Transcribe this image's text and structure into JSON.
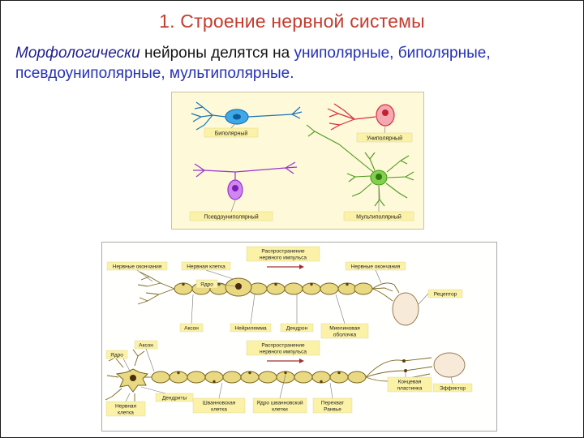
{
  "slide": {
    "title": "1. Строение нервной системы",
    "intro": {
      "lead": "Морфологически",
      "middle": "нейроны делятся на",
      "types_line1": "униполярные, биполярные,",
      "types_line2": "псевдоуниполярные, мультиполярные."
    }
  },
  "figure1": {
    "labels": {
      "bipolar": "Биполярный",
      "unipolar": "Униполярный",
      "pseudounipolar": "Псевдоуниполярный",
      "multipolar": "Мультиполярный"
    }
  },
  "figure2": {
    "top": {
      "spread_line1": "Распространение",
      "spread_line2": "нервного импульса",
      "nerve_endings_left": "Нервные окончания",
      "nerve_cell": "Нервная клетка",
      "nucleus": "Ядро",
      "nerve_endings_right": "Нервные окончания",
      "receptor": "Рецептор",
      "axon": "Аксон",
      "neurilemma": "Нейрилемма",
      "dendron": "Дендрон",
      "myelin_line1": "Миелиновая",
      "myelin_line2": "оболочка"
    },
    "bottom": {
      "nucleus": "Ядро",
      "axon": "Аксон",
      "spread_line1": "Распространение",
      "spread_line2": "нервного импульса",
      "dendrites": "Дендриты",
      "nerve_cell_line1": "Нервная",
      "nerve_cell_line2": "клетка",
      "schwann_line1": "Шванновская",
      "schwann_line2": "клетка",
      "schwann_nucleus_line1": "Ядро шванновской",
      "schwann_nucleus_line2": "клетки",
      "ranvier_line1": "Перехват",
      "ranvier_line2": "Ранвье",
      "end_plate_line1": "Концевая",
      "end_plate_line2": "пластинка",
      "effector": "Эффектор"
    }
  },
  "colors": {
    "title": "#c43c2e",
    "intro_lead": "#1f1f8f",
    "intro_text": "#151515",
    "intro_types": "#2431b4",
    "bipolar": "#3fa9e8",
    "unipolar": "#e23b49",
    "pseudounipolar": "#b05ae0",
    "multipolar": "#7dd04a",
    "myelin": "#ead983",
    "label_highlight": "#fbf2a8"
  }
}
